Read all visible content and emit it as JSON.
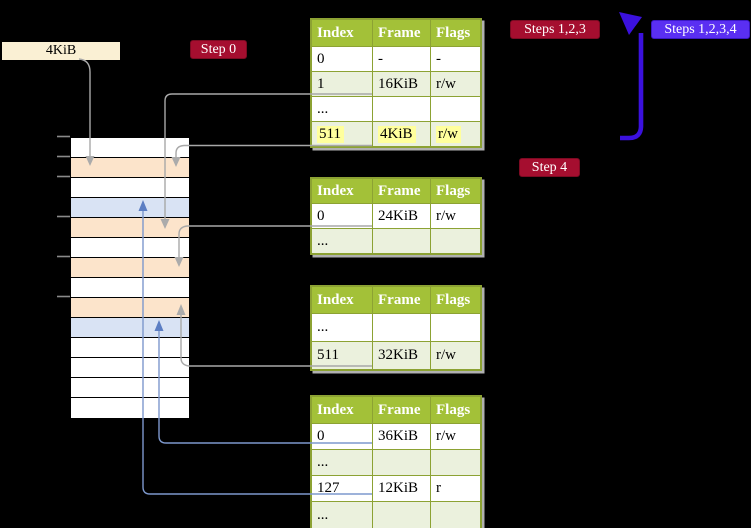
{
  "frame_label": "4KiB",
  "badges": {
    "step0": "Step 0",
    "steps123": "Steps 1,2,3",
    "steps1234": "Steps 1,2,3,4",
    "step4": "Step 4"
  },
  "memory": {
    "rows": [
      {
        "kind": "frame-free"
      },
      {
        "kind": "frame-table"
      },
      {
        "kind": "frame-free"
      },
      {
        "kind": "frame-page"
      },
      {
        "kind": "frame-table"
      },
      {
        "kind": "frame-free"
      },
      {
        "kind": "frame-table"
      },
      {
        "kind": "frame-free"
      },
      {
        "kind": "frame-table"
      },
      {
        "kind": "frame-page"
      },
      {
        "kind": "frame-free"
      },
      {
        "kind": "frame-free"
      },
      {
        "kind": "frame-free"
      },
      {
        "kind": "frame-free"
      }
    ]
  },
  "tables": [
    {
      "headers": [
        "Index",
        "Frame",
        "Flags"
      ],
      "rows": [
        {
          "cells": [
            "0",
            "-",
            "-"
          ]
        },
        {
          "cells": [
            "1",
            "16KiB",
            "r/w"
          ]
        },
        {
          "cells": [
            "...",
            "",
            ""
          ]
        },
        {
          "cells": [
            "511",
            "4KiB",
            "r/w"
          ]
        }
      ]
    },
    {
      "headers": [
        "Index",
        "Frame",
        "Flags"
      ],
      "rows": [
        {
          "cells": [
            "0",
            "24KiB",
            "r/w"
          ]
        },
        {
          "cells": [
            "...",
            "",
            ""
          ]
        }
      ]
    },
    {
      "headers": [
        "Index",
        "Frame",
        "Flags"
      ],
      "rows": [
        {
          "cells": [
            "...",
            "",
            ""
          ]
        },
        {
          "cells": [
            "511",
            "32KiB",
            "r/w"
          ]
        }
      ]
    },
    {
      "headers": [
        "Index",
        "Frame",
        "Flags"
      ],
      "rows": [
        {
          "cells": [
            "0",
            "36KiB",
            "r/w"
          ]
        },
        {
          "cells": [
            "...",
            "",
            ""
          ]
        },
        {
          "cells": [
            "127",
            "12KiB",
            "r"
          ]
        },
        {
          "cells": [
            "...",
            "",
            ""
          ]
        }
      ]
    }
  ],
  "colors": {
    "background": "#000000",
    "table_header_bg": "#a3c138",
    "table_border": "#8ca233",
    "table_shade_row_bg": "#ebf1dd",
    "highlight_mark_bg": "#ffff9d",
    "memory_free_frame_bg": "#ffffff",
    "memory_table_frame_bg": "#fce4cb",
    "memory_page_frame_bg": "#d9e3f4",
    "frame_label_bg": "#faf0d4",
    "badge_red_bg": "#a50e2f",
    "badge_blue_bg": "#5a2ff2",
    "connector_gray": "#a8a8a8",
    "connector_blue_thin": "#7d98cd",
    "arrow_blue_thick": "#3b11de"
  }
}
